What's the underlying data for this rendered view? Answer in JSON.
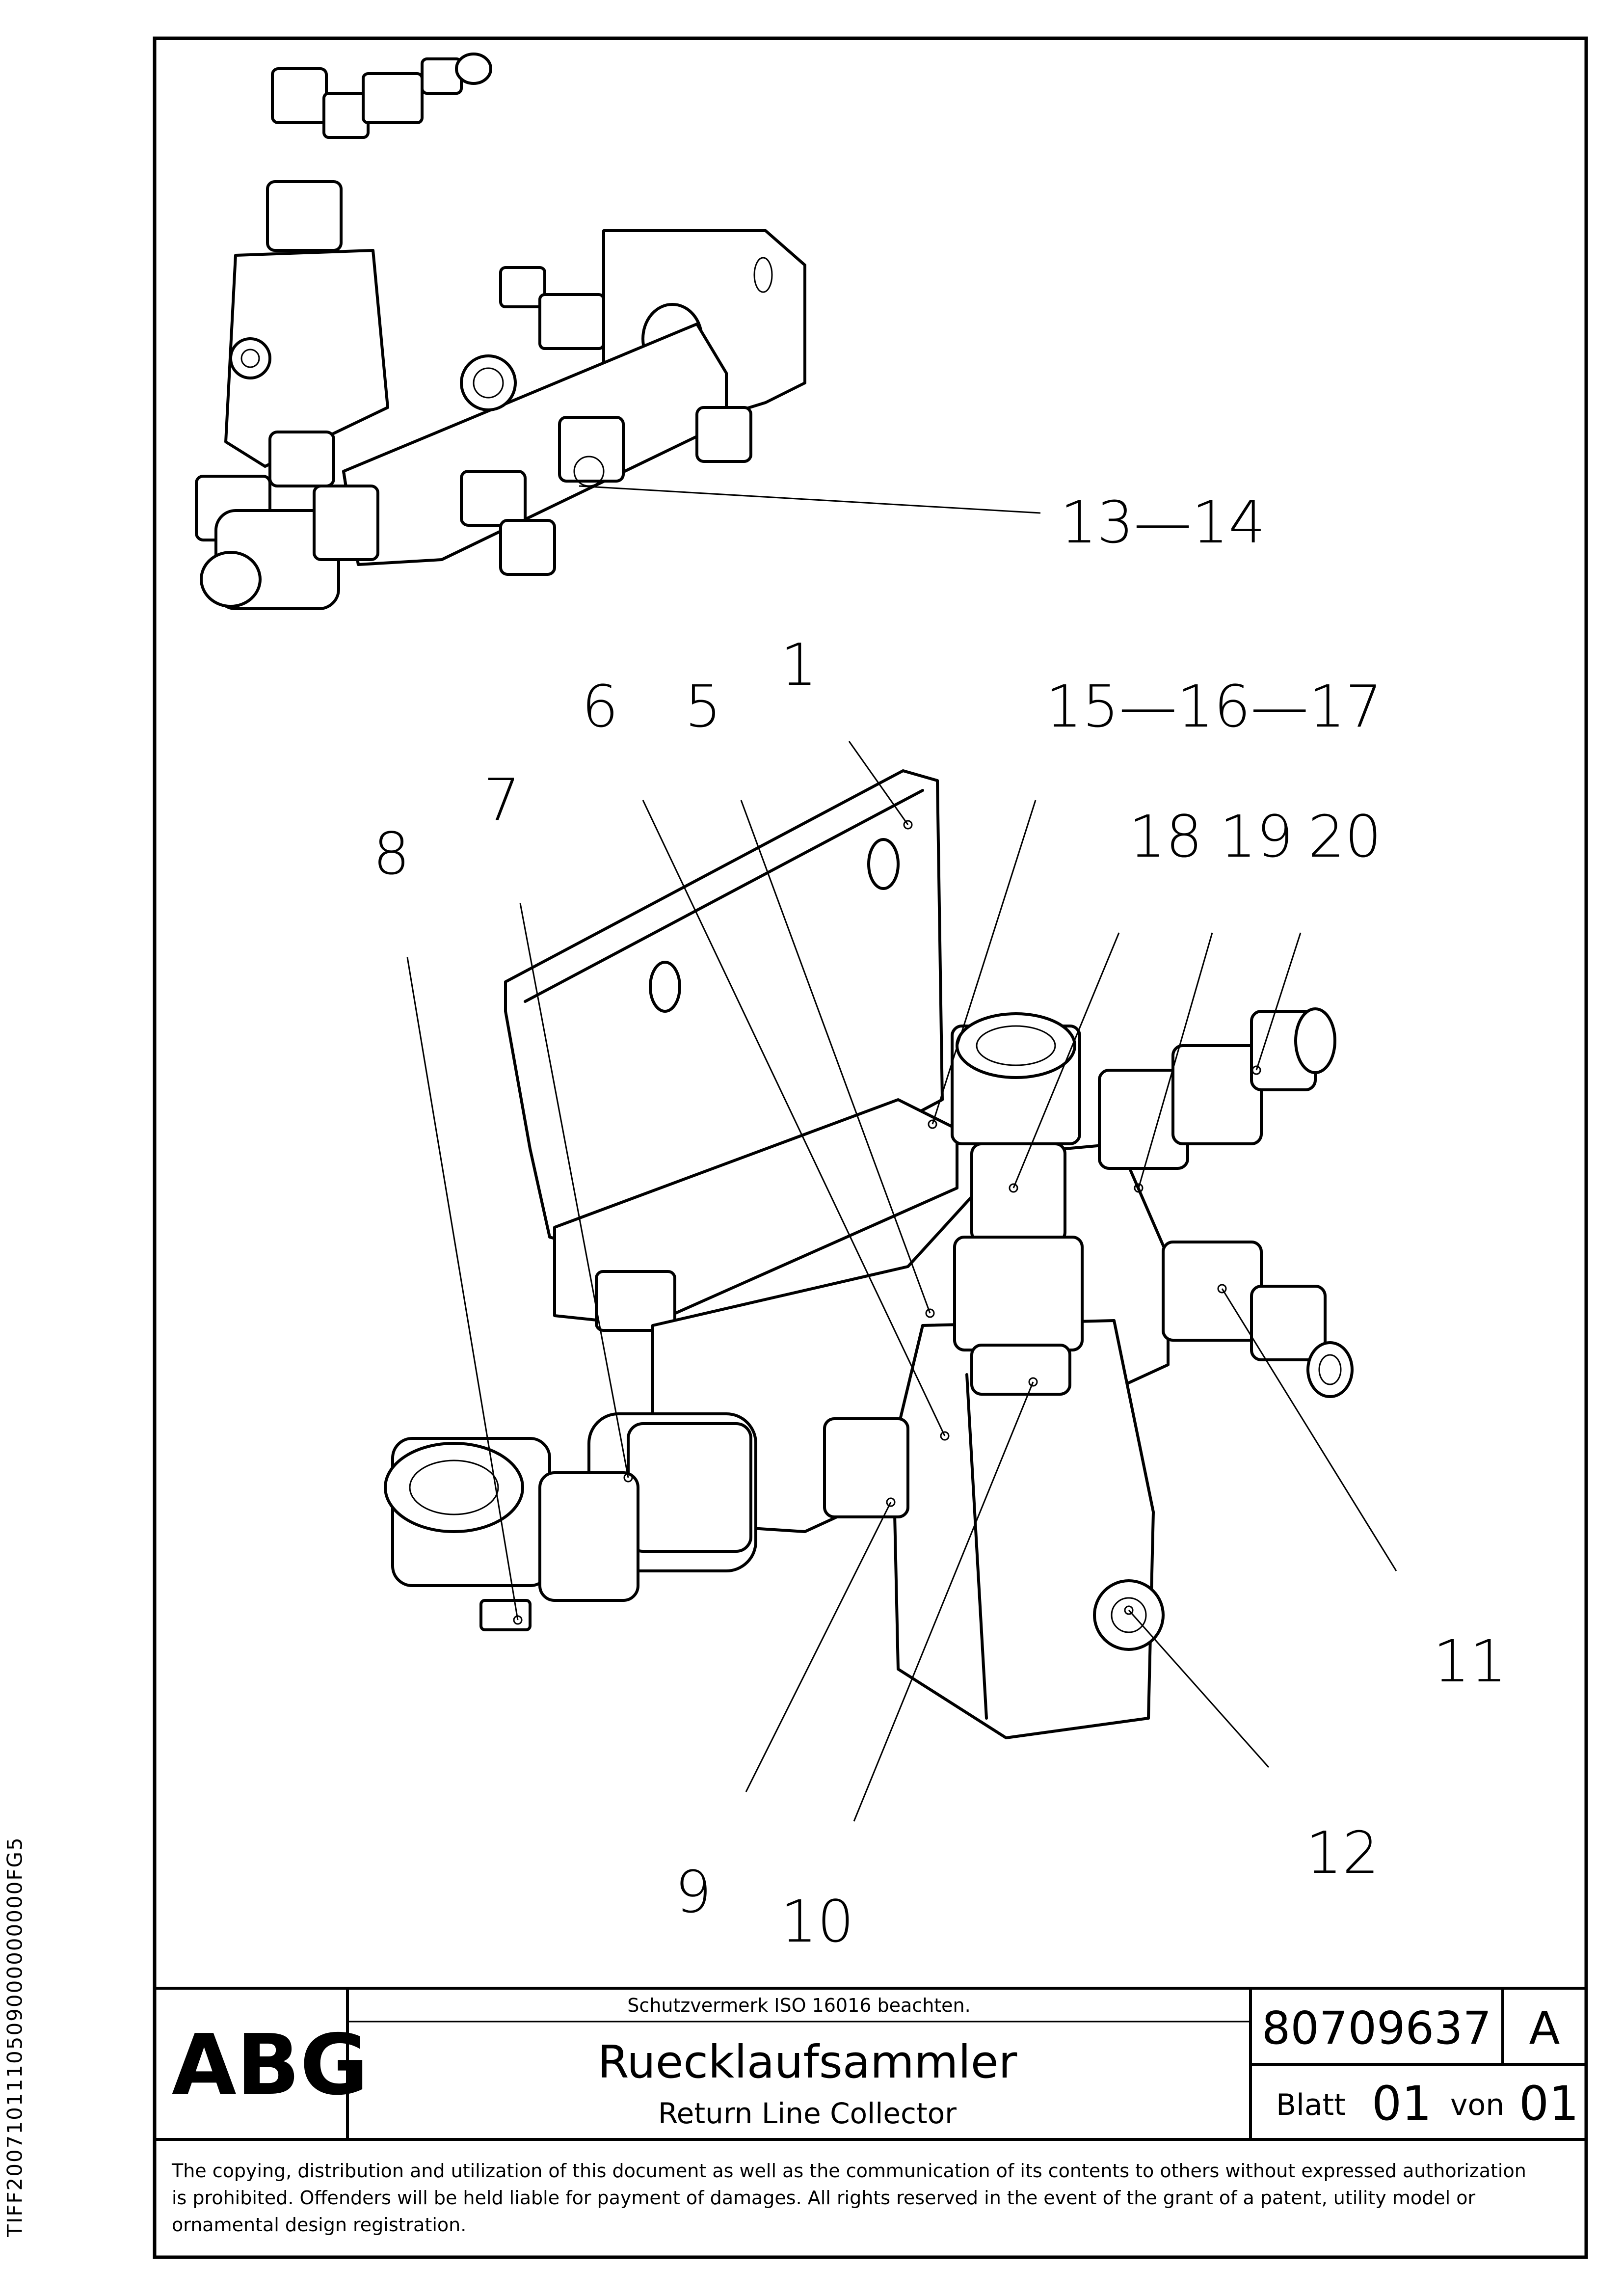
{
  "side_code": "TIFF2007101110509000000000FG5",
  "callouts": {
    "c13_14": "13—14",
    "c6": "6",
    "c5": "5",
    "c1": "1",
    "c15_17": "15—16—17",
    "c7": "7",
    "c8": "8",
    "c18": "18",
    "c19": "19",
    "c20": "20",
    "c11": "11",
    "c12": "12",
    "c9": "9",
    "c10": "10"
  },
  "title_block": {
    "logo": "ABG",
    "notice": "Schutzvermerk ISO 16016 beachten.",
    "title_de": "Ruecklaufsammler",
    "title_en": "Return Line Collector",
    "part_number": "80709637",
    "revision": "A",
    "sheet_label": "Blatt",
    "sheet_no": "01",
    "of_label": "von",
    "sheet_total": "01"
  },
  "copyright": [
    "The copying, distribution and utilization of this document as well as the communication of its contents to others without expressed authorization",
    "is prohibited. Offenders will be held liable for payment of damages. All rights reserved in the event of the grant of a patent, utility model or",
    "ornamental design registration."
  ]
}
